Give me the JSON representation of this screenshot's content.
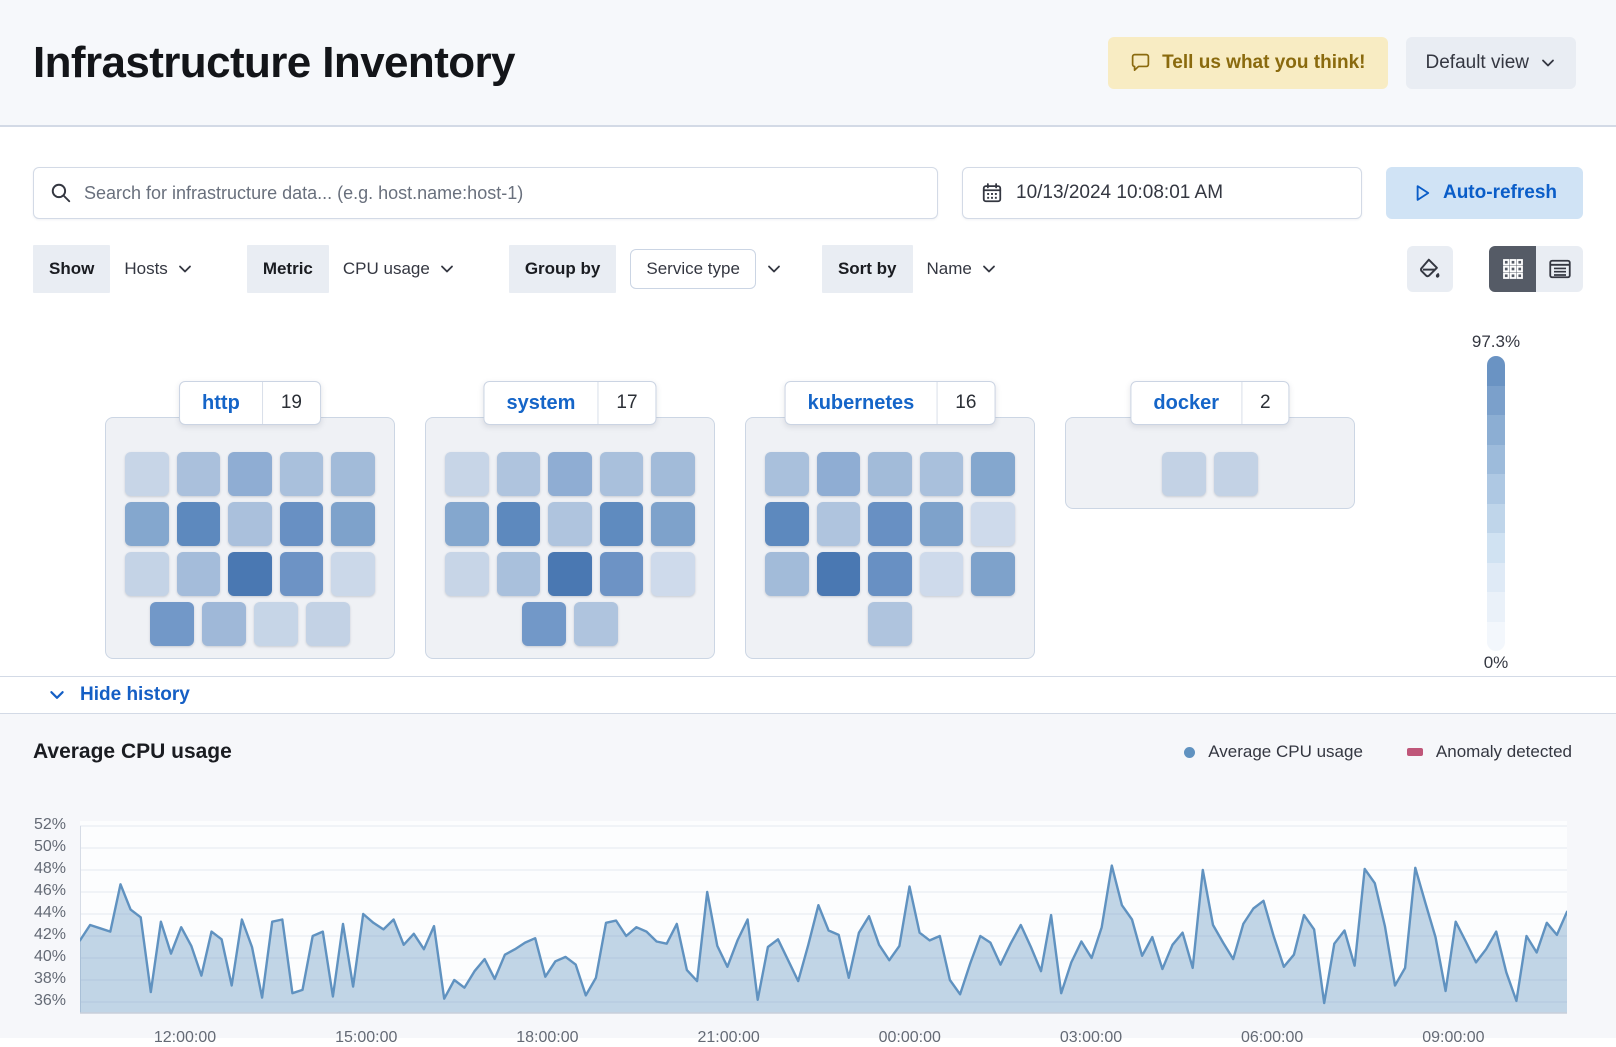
{
  "header": {
    "title": "Infrastructure Inventory",
    "feedback_label": "Tell us what you think!",
    "view_selector": "Default view"
  },
  "toolbar": {
    "search_placeholder": "Search for infrastructure data... (e.g. host.name:host-1)",
    "datetime": "10/13/2024 10:08:01 AM",
    "auto_refresh_label": "Auto-refresh"
  },
  "filters": {
    "show_label": "Show",
    "show_value": "Hosts",
    "metric_label": "Metric",
    "metric_value": "CPU usage",
    "group_by_label": "Group by",
    "group_by_value": "Service type",
    "sort_by_label": "Sort by",
    "sort_by_value": "Name"
  },
  "view_icons": {
    "palette": "paint-bucket",
    "grid": "waffle-map-view",
    "table": "table-view"
  },
  "waffle": {
    "groups": [
      {
        "name": "http",
        "count": "19",
        "rows": [
          [
            "#c7d5e7",
            "#aac0dc",
            "#8fadd3",
            "#a9c0dc",
            "#a2bbd9"
          ],
          [
            "#84a7ce",
            "#5d89be",
            "#aac0dc",
            "#6890c3",
            "#7ea2cb"
          ],
          [
            "#c4d3e6",
            "#a4bcda",
            "#4a78b2",
            "#6d93c5",
            "#cbd8e9"
          ],
          [
            "#7298c8",
            "#9fb8d8",
            "#c6d5e7",
            "#c3d2e5"
          ]
        ]
      },
      {
        "name": "system",
        "count": "17",
        "rows": [
          [
            "#c7d5e7",
            "#afc4de",
            "#8fadd3",
            "#a9c0dc",
            "#a2bbd9"
          ],
          [
            "#84a7ce",
            "#5d89be",
            "#afc4de",
            "#5f8bbf",
            "#7ea2cb"
          ],
          [
            "#c7d5e7",
            "#a9c0dc",
            "#4a78b2",
            "#6d93c5",
            "#cedaeb"
          ],
          [
            "#7298c8",
            "#afc4de"
          ]
        ]
      },
      {
        "name": "kubernetes",
        "count": "16",
        "rows": [
          [
            "#a9c0dc",
            "#8fadd3",
            "#a2bbd9",
            "#a9c0dc",
            "#84a7ce"
          ],
          [
            "#5d89be",
            "#afc4de",
            "#6890c3",
            "#7ea2cb",
            "#cedaeb"
          ],
          [
            "#a2bbd9",
            "#4a78b2",
            "#6890c3",
            "#cedaeb",
            "#7ea2cb"
          ],
          [
            "#afc4de"
          ]
        ]
      },
      {
        "name": "docker",
        "count": "2",
        "rows": [
          [
            "#c3d2e5",
            "#c3d2e5"
          ]
        ]
      }
    ],
    "legend": {
      "max": "97.3%",
      "min": "0%",
      "steps": [
        "#6a93c3",
        "#7ba0cb",
        "#8caed3",
        "#9dbbdb",
        "#aec8e3",
        "#bfd5ea",
        "#d0e2f2",
        "#dfeaf6",
        "#eaf1f9",
        "#f3f7fc"
      ]
    }
  },
  "history": {
    "toggle_label": "Hide history"
  },
  "chart": {
    "title": "Average CPU usage",
    "legend": [
      {
        "label": "Average CPU usage",
        "color": "#6092c0",
        "shape": "dot"
      },
      {
        "label": "Anomaly detected",
        "color": "#bf5679",
        "shape": "bar"
      }
    ]
  },
  "chart_data": {
    "type": "area",
    "title": "Average CPU usage",
    "line_color": "#6092c0",
    "fill_color": "rgba(96,146,192,0.38)",
    "grid": true,
    "y_gridlines": [
      52,
      50,
      48,
      46,
      44,
      42,
      40,
      38,
      36
    ],
    "y_tick_suffix": "%",
    "ylim": [
      35,
      52.5
    ],
    "x_ticks": [
      "12:00:00",
      "15:00:00",
      "18:00:00",
      "21:00:00",
      "00:00:00",
      "03:00:00",
      "06:00:00",
      "09:00:00"
    ],
    "values": [
      41.6,
      43.0,
      42.7,
      42.4,
      46.7,
      44.4,
      43.7,
      36.9,
      43.3,
      40.4,
      42.8,
      41.1,
      38.4,
      42.4,
      41.7,
      37.5,
      43.5,
      41.0,
      36.4,
      43.3,
      43.5,
      36.8,
      37.1,
      42.0,
      42.4,
      36.5,
      43.1,
      37.4,
      44.0,
      43.2,
      42.6,
      43.5,
      41.2,
      42.2,
      40.8,
      42.9,
      36.3,
      38.0,
      37.3,
      38.8,
      39.9,
      38.1,
      40.3,
      40.8,
      41.4,
      41.8,
      38.3,
      39.7,
      40.1,
      39.4,
      36.6,
      38.2,
      43.2,
      43.4,
      42.0,
      42.8,
      42.4,
      41.5,
      41.3,
      43.1,
      38.9,
      37.9,
      46.0,
      41.1,
      39.2,
      41.6,
      43.5,
      36.2,
      41.0,
      41.7,
      39.8,
      37.9,
      41.2,
      44.8,
      42.5,
      42.1,
      38.2,
      42.3,
      43.8,
      41.2,
      39.8,
      41.1,
      46.5,
      42.3,
      41.6,
      42.0,
      38.0,
      36.7,
      39.5,
      42.0,
      41.4,
      39.4,
      41.3,
      43.0,
      41.0,
      38.8,
      43.9,
      36.8,
      39.6,
      41.5,
      40.0,
      42.8,
      48.4,
      44.8,
      43.5,
      40.2,
      41.9,
      39.0,
      41.2,
      42.3,
      39.1,
      48.0,
      43.0,
      41.4,
      39.9,
      43.1,
      44.5,
      45.2,
      42.0,
      39.2,
      40.3,
      43.9,
      42.6,
      35.9,
      41.3,
      42.5,
      39.3,
      48.1,
      46.8,
      42.9,
      37.5,
      39.1,
      48.2,
      45.0,
      41.9,
      37.0,
      43.3,
      41.5,
      39.6,
      40.8,
      42.4,
      38.7,
      36.1,
      42.0,
      40.5,
      43.2,
      42.1,
      44.2
    ]
  }
}
